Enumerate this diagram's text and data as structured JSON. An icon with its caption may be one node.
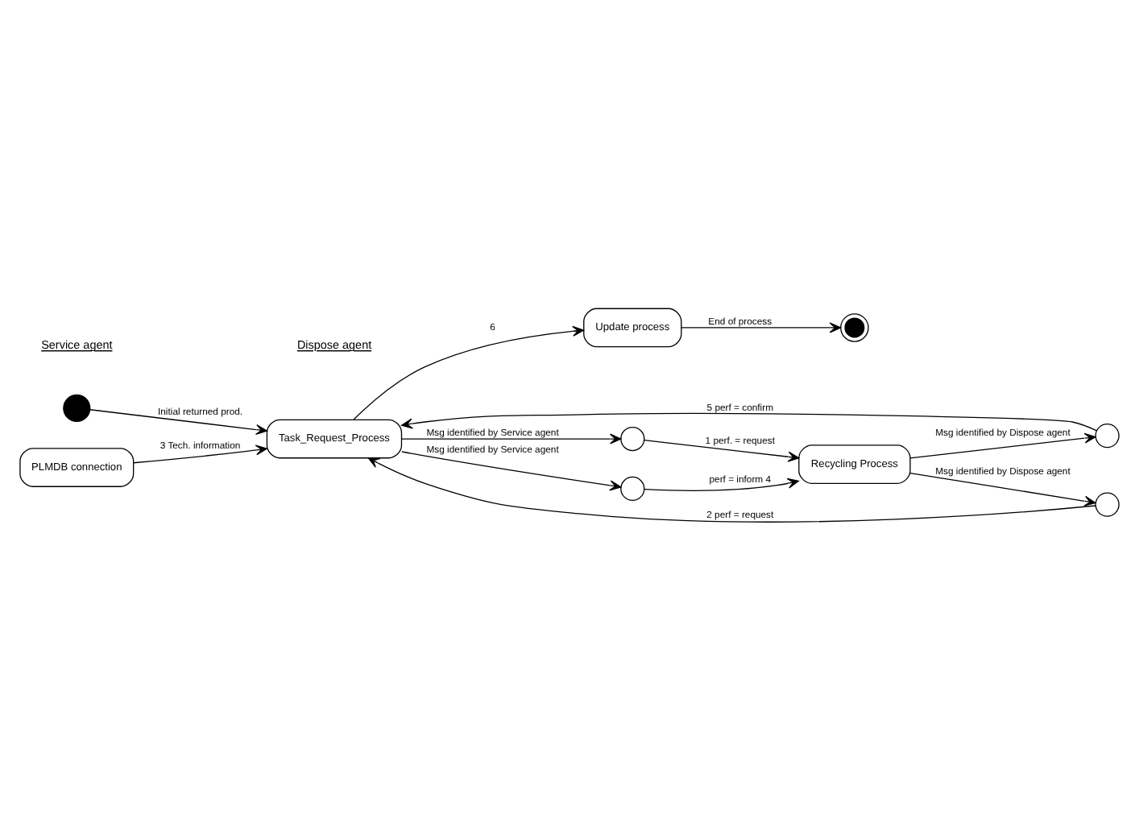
{
  "diagram": {
    "nodes": [
      {
        "text": [],
        "shape": "circle"
      },
      {
        "text": [
          "Update process"
        ]
      },
      {
        "text": [],
        "shape": "circle"
      },
      {
        "text": [
          "Task_Request_Process"
        ]
      },
      {
        "text": [],
        "shape": "circle"
      },
      {
        "text": [],
        "shape": "circle"
      },
      {
        "text": [
          "Recycling Process"
        ]
      },
      {
        "text": [],
        "shape": "circle"
      },
      {
        "text": [],
        "shape": "circle"
      },
      {
        "text": [
          "PLMDB connection"
        ]
      }
    ],
    "edges": [
      {
        "from": 1,
        "to": 0,
        "arrow": "to",
        "label": "End of process"
      },
      {
        "from": 2,
        "to": 3,
        "arrow": "to",
        "label": "Initial returned prod."
      },
      {
        "from": 3,
        "to": 1,
        "arrow": "to",
        "label": "6"
      },
      {
        "from": 6,
        "to": 4,
        "arrow": "to",
        "label": "Msg identified by Dispose agent"
      },
      {
        "from": 4,
        "to": 3,
        "arrow": "to",
        "label": "5 perf = confirm"
      },
      {
        "from": 3,
        "to": 5,
        "arrow": "to",
        "label": "Msg identified by Service agent"
      },
      {
        "from": 5,
        "to": 6,
        "arrow": "to",
        "label": "1 perf. = request"
      },
      {
        "from": 6,
        "to": 7,
        "arrow": "to",
        "label": "Msg identified by Dispose agent"
      },
      {
        "from": 7,
        "to": 3,
        "arrow": "to",
        "label": "2 perf = request"
      },
      {
        "from": 3,
        "to": 8,
        "arrow": "to",
        "label": "Msg identified by Service agent"
      },
      {
        "from": 8,
        "to": 6,
        "arrow": "to",
        "label": "perf = inform 4"
      },
      {
        "from": 9,
        "to": 3,
        "arrow": "to",
        "label": "3 Tech. information"
      }
    ],
    "labels": [
      "Service agent",
      "Dispose agent"
    ]
  }
}
